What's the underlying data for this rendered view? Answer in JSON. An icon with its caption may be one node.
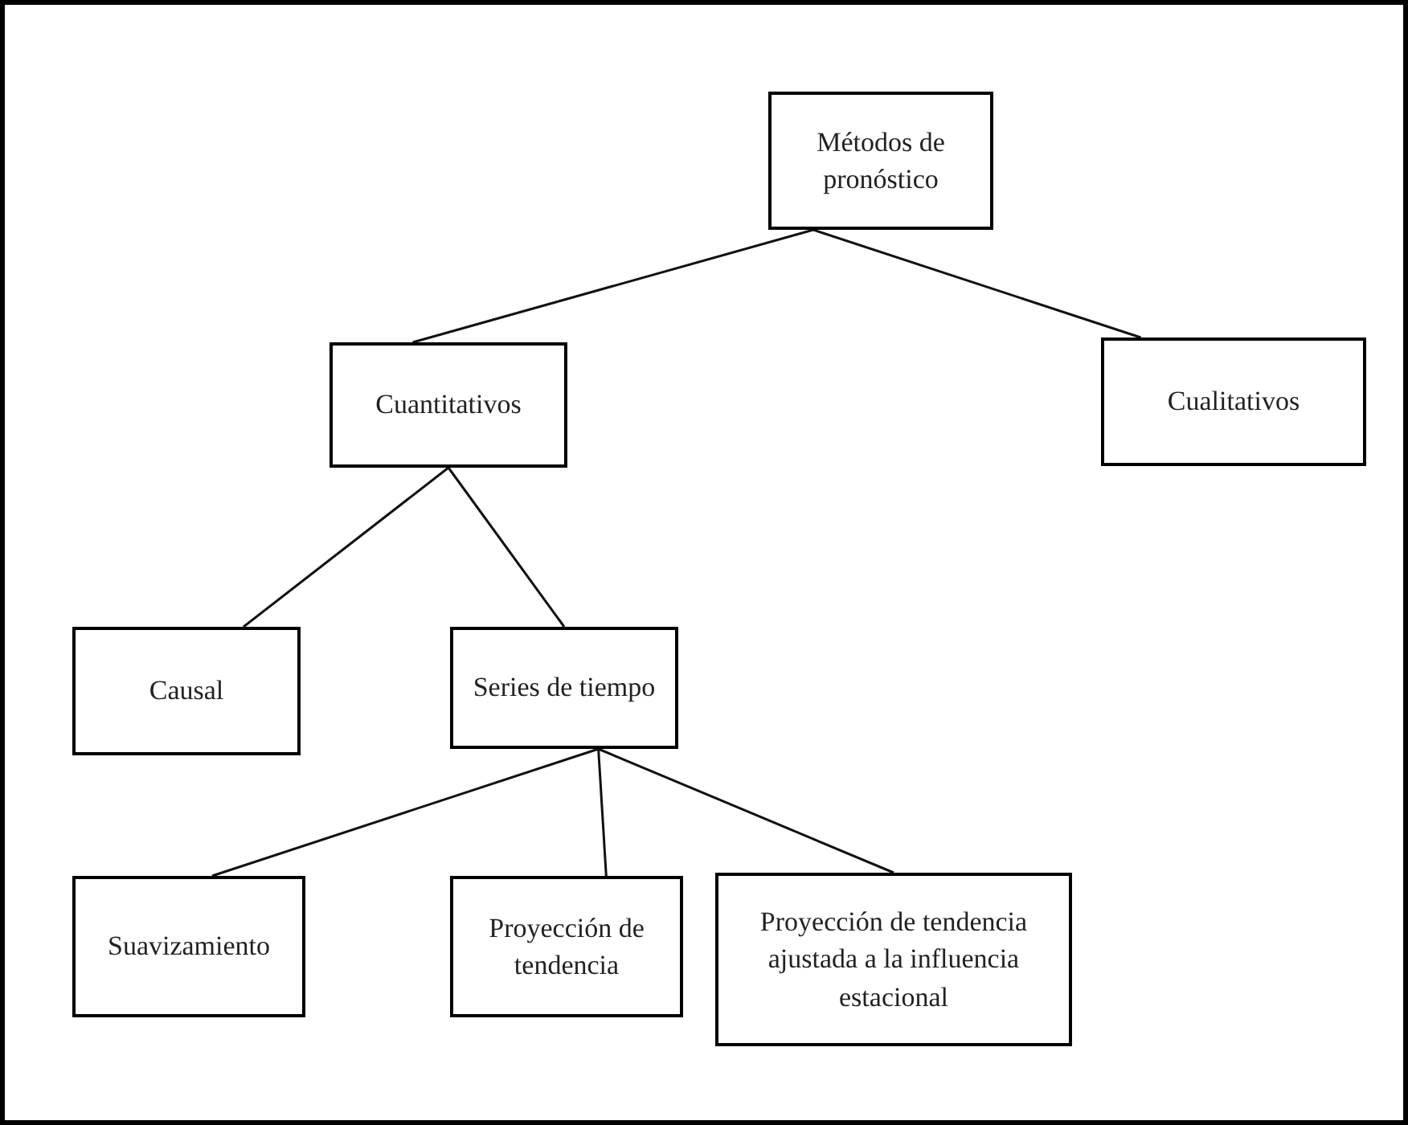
{
  "diagram": {
    "nodes": [
      {
        "text": [
          "Métodos de pronóstico"
        ]
      },
      {
        "text": [
          "Cuantitativos"
        ]
      },
      {
        "text": [
          "Cualitativos"
        ]
      },
      {
        "text": [
          "Causal"
        ]
      },
      {
        "text": [
          "Series de tiempo"
        ]
      },
      {
        "text": [
          "Suavizamiento"
        ]
      },
      {
        "text": [
          "Proyección de tendencia"
        ]
      },
      {
        "text": [
          "Proyección de tendencia ajustada a la influencia estacional"
        ]
      }
    ],
    "edges": [
      {
        "from": 0,
        "to": 1,
        "arrow": "none"
      },
      {
        "from": 0,
        "to": 2,
        "arrow": "none"
      },
      {
        "from": 1,
        "to": 3,
        "arrow": "none"
      },
      {
        "from": 1,
        "to": 4,
        "arrow": "none"
      },
      {
        "from": 4,
        "to": 5,
        "arrow": "none"
      },
      {
        "from": 4,
        "to": 6,
        "arrow": "none"
      },
      {
        "from": 4,
        "to": 7,
        "arrow": "none"
      }
    ]
  }
}
